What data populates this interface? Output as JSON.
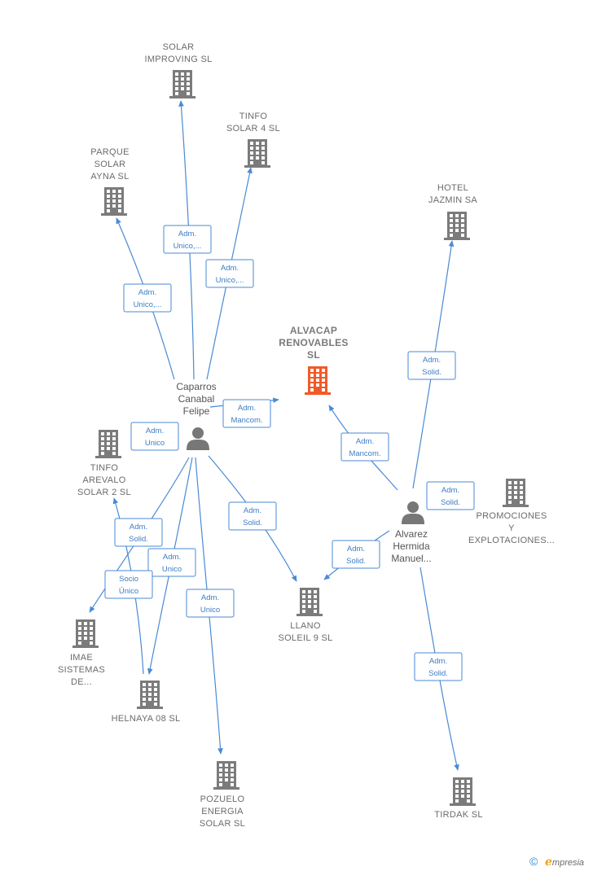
{
  "colors": {
    "building": "#7b7b7b",
    "building_main": "#f05a28",
    "edge": "#4a8ad4",
    "person": "#777777"
  },
  "companies": [
    {
      "id": "solar_improving",
      "lines": [
        "SOLAR",
        "IMPROVING  SL"
      ]
    },
    {
      "id": "tinfo_solar4",
      "lines": [
        "TINFO",
        "SOLAR 4 SL"
      ]
    },
    {
      "id": "parque_solar",
      "lines": [
        "PARQUE",
        "SOLAR",
        "AYNA  SL"
      ]
    },
    {
      "id": "hotel_jazmin",
      "lines": [
        "HOTEL",
        "JAZMIN SA"
      ]
    },
    {
      "id": "alvacap",
      "lines": [
        "ALVACAP",
        "RENOVABLES",
        "SL"
      ],
      "main": true
    },
    {
      "id": "tinfo_arevalo",
      "lines": [
        "TINFO",
        "AREVALO",
        "SOLAR 2  SL"
      ]
    },
    {
      "id": "promociones",
      "lines": [
        "PROMOCIONES",
        "Y",
        "EXPLOTACIONES..."
      ]
    },
    {
      "id": "llano_soleil",
      "lines": [
        "LLANO",
        "SOLEIL 9  SL"
      ]
    },
    {
      "id": "imae",
      "lines": [
        "IMAE",
        "SISTEMAS",
        "DE..."
      ]
    },
    {
      "id": "helnaya",
      "lines": [
        "HELNAYA 08 SL"
      ]
    },
    {
      "id": "pozuelo",
      "lines": [
        "POZUELO",
        "ENERGIA",
        "SOLAR  SL"
      ]
    },
    {
      "id": "tirdak",
      "lines": [
        "TIRDAK  SL"
      ]
    }
  ],
  "persons": [
    {
      "id": "caparros",
      "lines": [
        "Caparros",
        "Canabal",
        "Felipe"
      ]
    },
    {
      "id": "alvarez",
      "lines": [
        "Alvarez",
        "Hermida",
        "Manuel..."
      ]
    }
  ],
  "relations": [
    {
      "from": "caparros",
      "to": "solar_improving",
      "lines": [
        "Adm.",
        "Unico,..."
      ]
    },
    {
      "from": "caparros",
      "to": "tinfo_solar4",
      "lines": [
        "Adm.",
        "Unico,..."
      ]
    },
    {
      "from": "caparros",
      "to": "parque_solar",
      "lines": [
        "Adm.",
        "Unico,..."
      ]
    },
    {
      "from": "caparros",
      "to": "alvacap",
      "lines": [
        "Adm.",
        "Mancom."
      ]
    },
    {
      "from": "caparros",
      "to": "tinfo_arevalo",
      "lines": [
        "Adm.",
        "Unico"
      ]
    },
    {
      "from": "caparros",
      "to": "imae",
      "lines": [
        "Adm.",
        "Solid."
      ]
    },
    {
      "from": "caparros",
      "to": "helnaya",
      "lines": [
        "Adm.",
        "Unico"
      ]
    },
    {
      "from": "caparros",
      "to": "pozuelo",
      "lines": [
        "Adm.",
        "Unico"
      ]
    },
    {
      "from": "caparros",
      "to": "llano_soleil",
      "lines": [
        "Adm.",
        "Solid."
      ]
    },
    {
      "from": "helnaya",
      "to": "tinfo_arevalo",
      "lines": [
        "Socio",
        "Único"
      ]
    },
    {
      "from": "alvarez",
      "to": "alvacap",
      "lines": [
        "Adm.",
        "Mancom."
      ]
    },
    {
      "from": "alvarez",
      "to": "hotel_jazmin",
      "lines": [
        "Adm.",
        "Solid."
      ]
    },
    {
      "from": "alvarez",
      "to": "promociones",
      "lines": [
        "Adm.",
        "Solid."
      ]
    },
    {
      "from": "alvarez",
      "to": "llano_soleil",
      "lines": [
        "Adm.",
        "Solid."
      ]
    },
    {
      "from": "alvarez",
      "to": "tirdak",
      "lines": [
        "Adm.",
        "Solid."
      ]
    }
  ],
  "footer": {
    "copyright_symbol": "©",
    "brand_initial": "ℯ",
    "brand_rest": "mpresia"
  }
}
